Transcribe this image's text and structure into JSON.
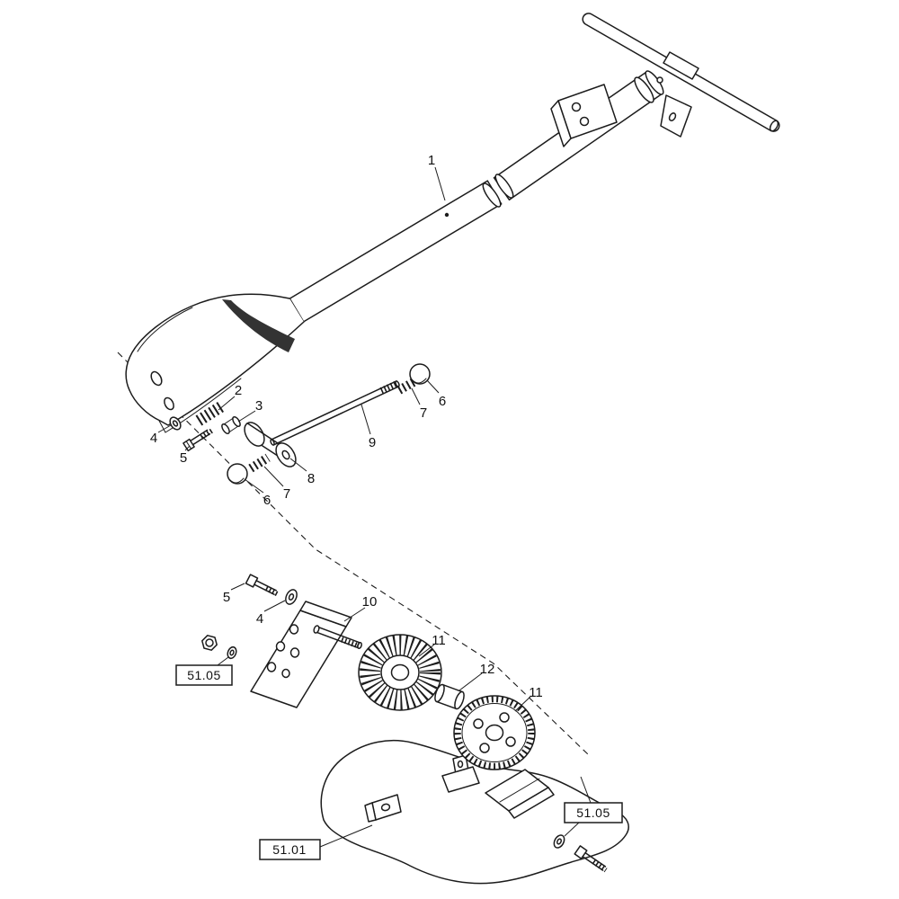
{
  "figure": {
    "kind": "exploded-parts-diagram",
    "background": "#ffffff",
    "line_color": "#1c1c1c"
  },
  "callouts": [
    {
      "id": "callout-1",
      "label": "1"
    },
    {
      "id": "callout-2",
      "label": "2"
    },
    {
      "id": "callout-3",
      "label": "3"
    },
    {
      "id": "callout-4-upper",
      "label": "4"
    },
    {
      "id": "callout-5-upper",
      "label": "5"
    },
    {
      "id": "callout-6-upper",
      "label": "6"
    },
    {
      "id": "callout-7-upper",
      "label": "7"
    },
    {
      "id": "callout-9",
      "label": "9"
    },
    {
      "id": "callout-8",
      "label": "8"
    },
    {
      "id": "callout-7-lower",
      "label": "7"
    },
    {
      "id": "callout-6-lower",
      "label": "6"
    },
    {
      "id": "callout-5-lower",
      "label": "5"
    },
    {
      "id": "callout-4-lower",
      "label": "4"
    },
    {
      "id": "callout-10",
      "label": "10"
    },
    {
      "id": "callout-11-bevel",
      "label": "11"
    },
    {
      "id": "callout-12",
      "label": "12"
    },
    {
      "id": "callout-11-ring",
      "label": "11"
    }
  ],
  "ref_boxes": [
    {
      "id": "ref-51-05-left",
      "label": "51.05"
    },
    {
      "id": "ref-51-05-right",
      "label": "51.05"
    },
    {
      "id": "ref-51-01",
      "label": "51.01"
    }
  ]
}
